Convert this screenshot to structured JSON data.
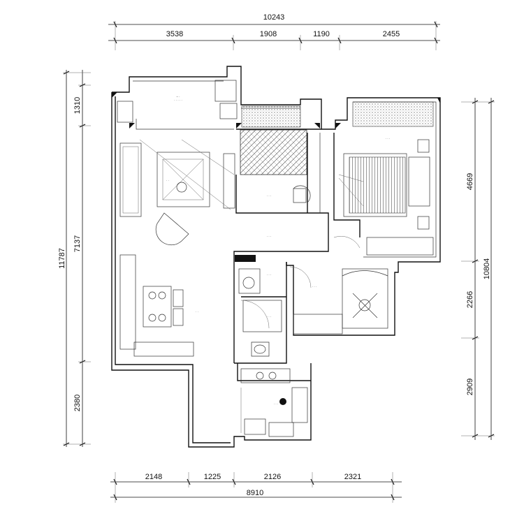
{
  "dimensions": {
    "top_total": "10243",
    "top": [
      "3538",
      "1908",
      "1190",
      "2455"
    ],
    "bottom": [
      "2148",
      "1225",
      "2126",
      "2321"
    ],
    "bottom_total": "8910",
    "left_total": "11787",
    "left": [
      "1310",
      "7137",
      "2380"
    ],
    "right_total": "10804",
    "right": [
      "4669",
      "2266",
      "2909"
    ]
  },
  "colors": {
    "line": "#111111",
    "hatch": "#555555",
    "background": "#ffffff"
  }
}
